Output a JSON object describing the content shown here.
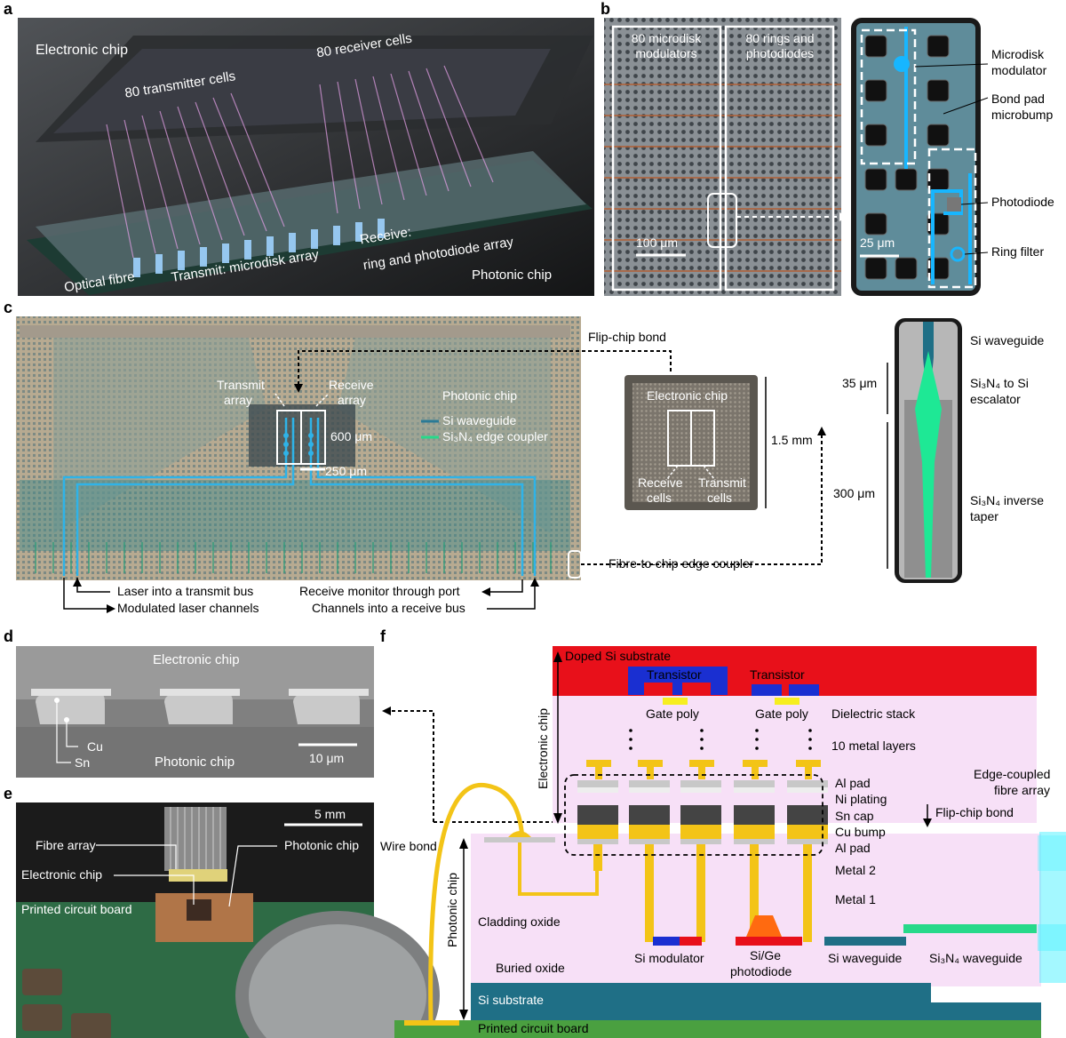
{
  "panels": {
    "a": "a",
    "b": "b",
    "c": "c",
    "d": "d",
    "e": "e",
    "f": "f"
  },
  "a": {
    "electronic_chip": "Electronic chip",
    "transmitter_cells": "80 transmitter cells",
    "receiver_cells": "80 receiver cells",
    "optical_fibre": "Optical fibre",
    "transmit": "Transmit: microdisk array",
    "receive_1": "Receive:",
    "receive_2": "ring and photodiode array",
    "photonic_chip": "Photonic chip"
  },
  "b": {
    "microdisk_modulators_1": "80 microdisk",
    "microdisk_modulators_2": "modulators",
    "rings_1": "80 rings and",
    "rings_2": "photodiodes",
    "scale_100": "100 μm",
    "scale_25": "25 μm",
    "microdisk_1": "Microdisk",
    "microdisk_2": "modulator",
    "bondpad_1": "Bond pad",
    "bondpad_2": "microbump",
    "photodiode": "Photodiode",
    "ring_filter": "Ring filter"
  },
  "c": {
    "flip_chip_bond": "Flip-chip bond",
    "transmit_array_1": "Transmit",
    "transmit_array_2": "array",
    "receive_array_1": "Receive",
    "receive_array_2": "array",
    "photonic_chip": "Photonic chip",
    "si_waveguide": "Si waveguide",
    "sin_edge_coupler": "Si₃N₄ edge coupler",
    "dim_600": "600 μm",
    "dim_250": "250 μm",
    "electronic_chip": "Electronic chip",
    "dim_15mm": "1.5 mm",
    "receive_cells_1": "Receive",
    "receive_cells_2": "cells",
    "transmit_cells_1": "Transmit",
    "transmit_cells_2": "cells",
    "fibre_edge_coupler": "Fibre-to-chip edge coupler",
    "laser_into_transmit": "Laser into a transmit bus",
    "modulated_laser": "Modulated laser channels",
    "receive_monitor": "Receive monitor through port",
    "channels_receive": "Channels into a receive bus",
    "taper_si_waveguide": "Si waveguide",
    "dim_35": "35 μm",
    "escalator_1": "Si₃N₄ to Si",
    "escalator_2": "escalator",
    "dim_300": "300 μm",
    "inverse_1": "Si₃N₄ inverse",
    "inverse_2": "taper"
  },
  "d": {
    "electronic_chip": "Electronic chip",
    "cu": "Cu",
    "sn": "Sn",
    "photonic_chip": "Photonic chip",
    "scale": "10 μm"
  },
  "e": {
    "scale": "5 mm",
    "fibre_array": "Fibre array",
    "photonic_chip": "Photonic chip",
    "electronic_chip": "Electronic chip",
    "pcb": "Printed circuit board"
  },
  "f": {
    "doped_si": "Doped Si substrate",
    "transistor_1": "Transistor",
    "transistor_2": "Transistor",
    "gate_poly_1": "Gate poly",
    "gate_poly_2": "Gate poly",
    "dielectric_stack": "Dielectric stack",
    "metal_layers": "10 metal layers",
    "electronic_chip": "Electronic chip",
    "al_pad_top": "Al pad",
    "ni_plating": "Ni plating",
    "sn_cap": "Sn cap",
    "cu_bump": "Cu bump",
    "al_pad_bottom": "Al pad",
    "metal_2": "Metal 2",
    "metal_1": "Metal 1",
    "edge_fibre_1": "Edge-coupled",
    "edge_fibre_2": "fibre array",
    "flip_chip_bond": "Flip-chip bond",
    "wire_bond": "Wire bond",
    "photonic_chip": "Photonic chip",
    "cladding_oxide": "Cladding oxide",
    "buried_oxide": "Buried oxide",
    "si_modulator": "Si modulator",
    "sige_1": "Si/Ge",
    "sige_2": "photodiode",
    "si_waveguide": "Si waveguide",
    "sin_waveguide": "Si₃N₄ waveguide",
    "si_substrate": "Si substrate",
    "pcb": "Printed circuit board"
  },
  "colors": {
    "waveguide_blue": "#2fb3e8",
    "si_teal": "#1f6f86",
    "sin_green": "#27d98a",
    "gold": "#f3c417",
    "red": "#e8101a",
    "dielectric": "#f7e0f7",
    "pcb_green": "#4aa040",
    "transistor_blue": "#1a2fd1"
  }
}
